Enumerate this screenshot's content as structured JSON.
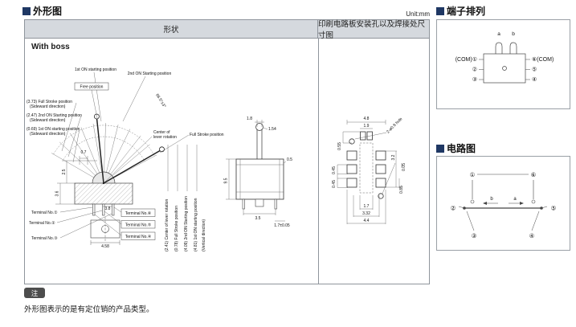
{
  "header": {
    "outline_title": "外形图",
    "unit": "Unit:mm",
    "terminal_title": "端子排列",
    "circuit_title": "电路图"
  },
  "table": {
    "shape_header": "形状",
    "pcb_header": "印刷电路板安装孔以及焊接处尺寸图",
    "with_boss": "With boss"
  },
  "side_view": {
    "label_1st_on_top": "1st ON starting position",
    "label_2nd_on_top": "2nd ON Starting position",
    "label_free": "Free position",
    "angle": "66.5°±3°",
    "full_stroke_side_a": "(3.73) Full Stroke position",
    "full_stroke_side_b": "(Sideward direction)",
    "second_on_side_a": "(2.47) 2nd ON Starting position",
    "second_on_side_b": "(Sideward direction)",
    "first_on_side_a": "(0.69) 1st ON starting position",
    "first_on_side_b": "(Sideward direction)",
    "center_a": "Center of",
    "center_b": "lever rotation",
    "full_stroke_label": "Full Stroke position",
    "dim_0_7": "0.7",
    "dim_2_5": "2.5",
    "dim_3_6": "3.6",
    "dim_3_8": "3.8",
    "dim_4_58": "4.58",
    "terminal_no1": "Terminal No.①",
    "terminal_no2": "Terminal No.②",
    "terminal_no3": "Terminal No.③",
    "terminal_no6": "Terminal No.⑥",
    "terminal_no5": "Terminal No.⑤",
    "terminal_no4": "Terminal No.④",
    "vert_center": "(2.41) Center of lever rotation",
    "vert_full_stroke": "(0.78) Full Stroke position",
    "vert_2nd_on": "(4.09) 2nd ON Starting position",
    "vert_1st_on": "(4.81) 1st ON starting position",
    "vert_direction": "(Vertical direction)"
  },
  "front_view": {
    "dim_1_8": "1.8",
    "dim_1_54": "1.54",
    "dim_9_5": "9.5",
    "dim_0_5": "0.5",
    "dim_3_5": "3.5",
    "dim_1_7": "1.7±0.05"
  },
  "pcb_view": {
    "dim_4_8": "4.8",
    "dim_1_9": "1.9",
    "hole_label": "2-ø0.8 hole",
    "dim_0_55": "0.55",
    "dim_0_45a": "0.45",
    "dim_0_45b": "0.45",
    "dim_3_2": "3.2",
    "dim_0_05": "0.05",
    "dim_0_85": "0.85",
    "dim_1_7": "1.7",
    "dim_3_32": "3.32",
    "dim_4_4": "4.4"
  },
  "terminal_box": {
    "pin_a": "a",
    "pin_b": "b",
    "com1": "(COM)①",
    "t2": "②",
    "t3": "③",
    "com6": "⑥(COM)",
    "t5": "⑤",
    "t4": "④"
  },
  "circuit_box": {
    "t1": "①",
    "t2": "②",
    "t3": "③",
    "t4": "④",
    "t5": "⑤",
    "t6": "⑥",
    "seg_a": "a",
    "seg_b": "b"
  },
  "note": {
    "badge": "注",
    "text": "外形图表示的是有定位销的产品类型。"
  },
  "colors": {
    "accent": "#1f3864",
    "table_header_bg": "#d5d9de",
    "border": "#8f959c",
    "line": "#444444"
  }
}
